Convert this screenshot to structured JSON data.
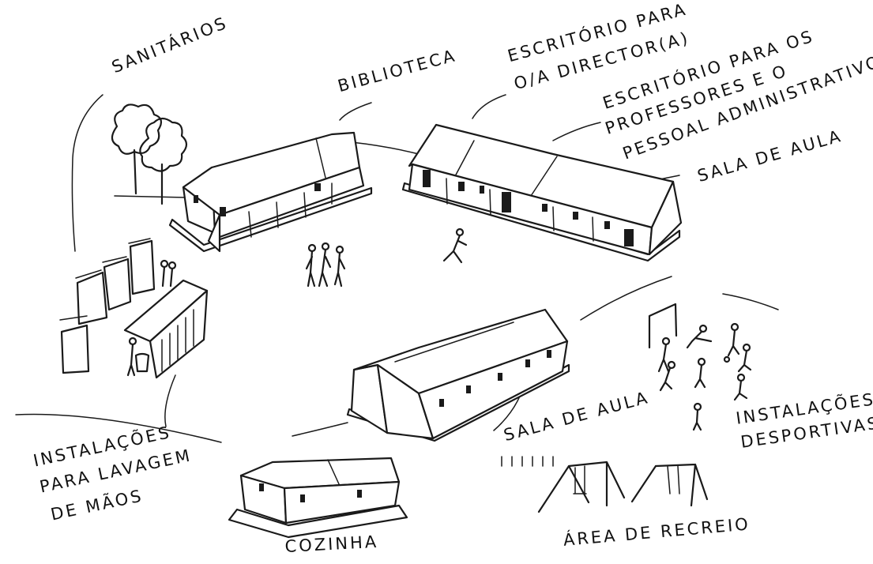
{
  "labels": {
    "sanitarios": "SANITÁRIOS",
    "biblioteca": "BIBLIOTECA",
    "escritorio_director_1": "ESCRITÓRIO PARA",
    "escritorio_director_2": "O/A DIRECTOR(A)",
    "escritorio_prof_1": "ESCRITÓRIO PARA OS",
    "escritorio_prof_2": "PROFESSORES E O",
    "escritorio_prof_3": "PESSOAL ADMINISTRATIVO",
    "sala_aula_top": "SALA DE AULA",
    "sala_aula_middle": "SALA DE AULA",
    "instalacoes_desportivas_1": "INSTALAÇÕES",
    "instalacoes_desportivas_2": "DESPORTIVAS",
    "lavagem_1": "INSTALAÇÕES",
    "lavagem_2": "PARA LAVAGEM",
    "lavagem_3": "DE MÃOS",
    "cozinha": "COZINHA",
    "area_recreio": "ÁREA DE RECREIO"
  }
}
